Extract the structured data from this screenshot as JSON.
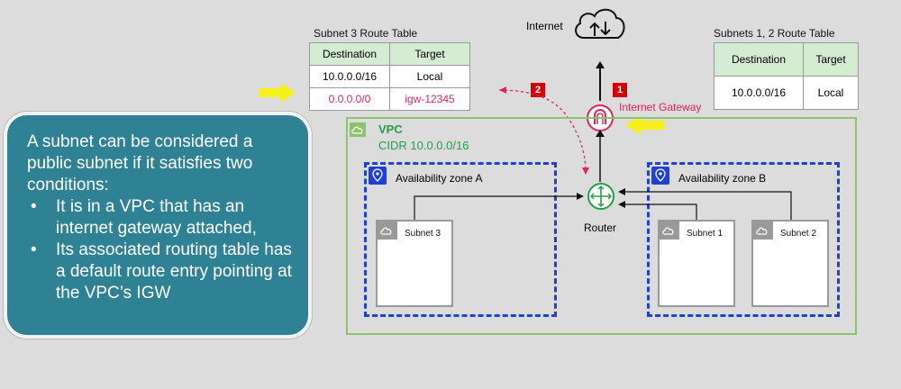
{
  "subnet3_table": {
    "title": "Subnet 3 Route Table",
    "headers": [
      "Destination",
      "Target"
    ],
    "rows": [
      [
        "10.0.0.0/16",
        "Local"
      ],
      [
        "0.0.0.0/0",
        "igw-12345"
      ]
    ]
  },
  "subnet12_table": {
    "title": "Subnets 1, 2 Route Table",
    "headers": [
      "Destination",
      "Target"
    ],
    "rows": [
      [
        "10.0.0.0/16",
        "Local"
      ]
    ]
  },
  "internet": {
    "label": "Internet"
  },
  "gateway": {
    "label": "Internet Gateway"
  },
  "router": {
    "label": "Router"
  },
  "badges": {
    "one": "1",
    "two": "2"
  },
  "vpc": {
    "label": "VPC",
    "cidr": "CIDR 10.0.0.0/16"
  },
  "az_a": {
    "label": "Availability zone A"
  },
  "az_b": {
    "label": "Availability zone B"
  },
  "subnets": {
    "s3": "Subnet 3",
    "s1": "Subnet 1",
    "s2": "Subnet 2"
  },
  "info": {
    "intro": "A subnet can be considered a public subnet if it satisfies two conditions:",
    "points": [
      "It is in a VPC that has an internet gateway attached,",
      "Its associated routing table has a default route entry pointing at the VPC’s IGW"
    ]
  },
  "colors": {
    "vpc_border": "#8bc26a",
    "az_border": "#1f3fd6",
    "highlight_arrow": "#f7f01a",
    "badge": "#d60000",
    "default_route_text": "#e0245e",
    "info_bg": "#2f8194"
  }
}
